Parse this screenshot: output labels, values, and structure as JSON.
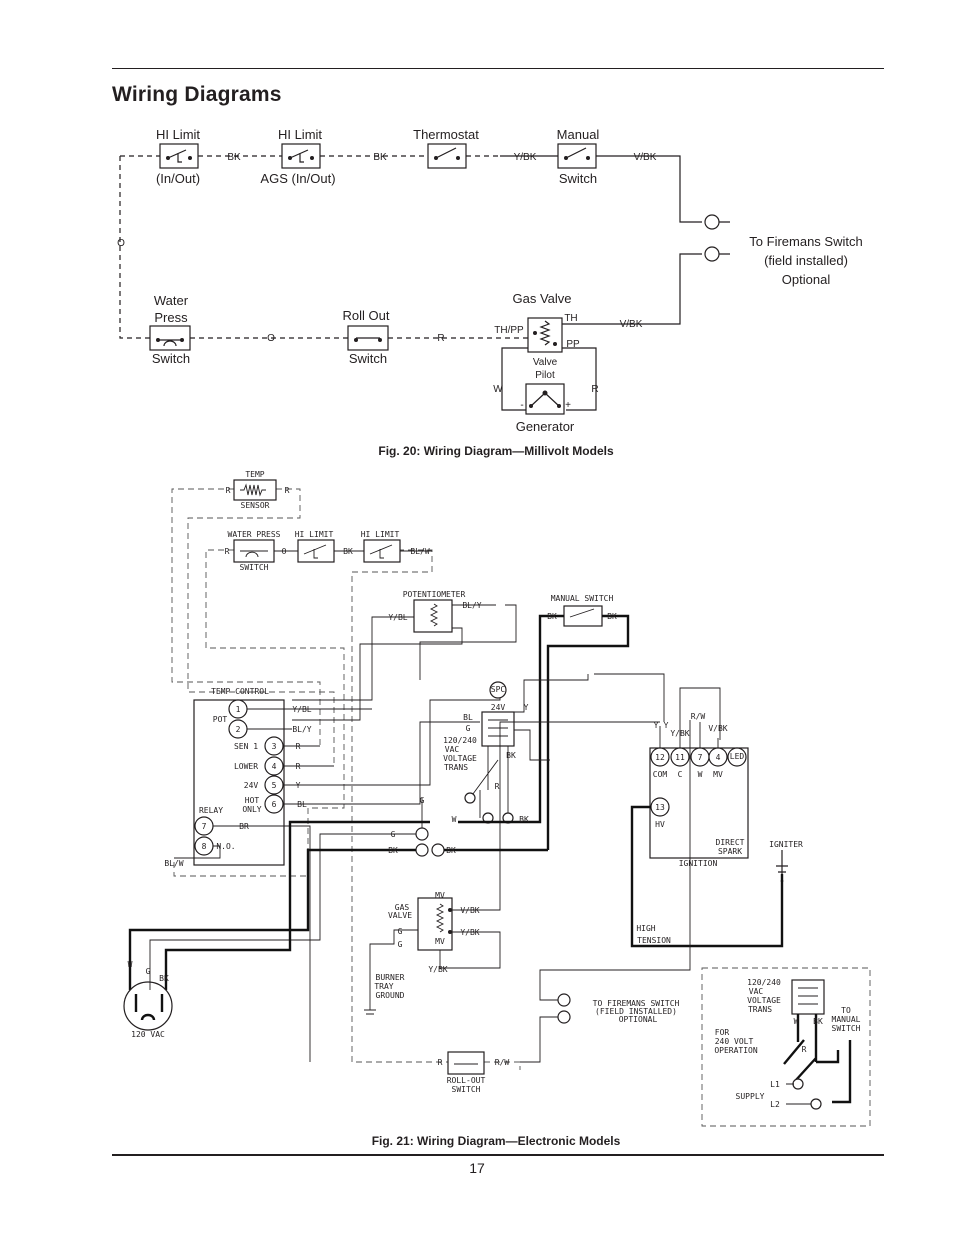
{
  "page": {
    "title": "Wiring Diagrams",
    "number": "17"
  },
  "fig20": {
    "caption": "Fig. 20: Wiring Diagram—Millivolt Models",
    "components": {
      "hi_limit": {
        "top": "HI Limit",
        "bottom": "(In/Out)"
      },
      "hi_limit_ags": {
        "top": "HI Limit",
        "bottom": "AGS (In/Out)"
      },
      "thermostat": {
        "top": "Thermostat"
      },
      "manual_switch": {
        "top": "Manual",
        "bottom": "Switch"
      },
      "firemans_switch": {
        "line1": "To Firemans Switch",
        "line2": "(field installed)",
        "line3": "Optional"
      },
      "water_press": {
        "line1": "Water",
        "line2": "Press",
        "bottom": "Switch"
      },
      "roll_out": {
        "top": "Roll Out",
        "bottom": "Switch"
      },
      "gas_valve": {
        "top": "Gas Valve",
        "th": "TH",
        "pp": "PP",
        "thpp": "TH/PP",
        "valve": "Valve",
        "pilot": "Pilot"
      },
      "generator": {
        "label": "Generator",
        "minus": "-",
        "plus": "+"
      }
    },
    "wires": {
      "bk1": "BK",
      "bk2": "BK",
      "ybk": "Y/BK",
      "vbk1": "V/BK",
      "vbk2": "V/BK",
      "o_left": "O",
      "o_bottom": "O",
      "r": "R",
      "w": "W",
      "r2": "R"
    }
  },
  "fig21": {
    "caption": "Fig. 21: Wiring Diagram—Electronic Models",
    "labels": {
      "temp": "TEMP",
      "sensor": "SENSOR",
      "water_press": "WATER  PRESS",
      "switch": "SWITCH",
      "hi_limit1": "HI  LIMIT",
      "hi_limit2": "HI  LIMIT",
      "potentiometer": "POTENTIOMETER",
      "manual_switch": "MANUAL  SWITCH",
      "temp_control": "TEMP  CONTROL",
      "t1": "1",
      "t2": "2",
      "t3": "3",
      "t4": "4",
      "t5": "5",
      "t6": "6",
      "t7": "7",
      "t8": "8",
      "pot": "POT",
      "sen1": "SEN  1",
      "lower": "LOWER",
      "v24": "24V",
      "hot": "HOT",
      "only": "ONLY",
      "relay": "RELAY",
      "no": "N.O.",
      "vac": "120/240",
      "vac2": "VAC",
      "voltage": "VOLTAGE",
      "trans": "TRANS",
      "spc": "SPC",
      "ign12": "12",
      "ign11": "11",
      "ign7": "7",
      "ign4": "4",
      "led": "LED",
      "com": "COM",
      "c": "C",
      "w": "W",
      "mv": "MV",
      "ign13": "13",
      "hv": "HV",
      "direct": "DIRECT",
      "spark": "SPARK",
      "ignition": "IGNITION",
      "igniter": "IGNITER",
      "high": "HIGH",
      "tension": "TENSION",
      "gas": "GAS",
      "valve": "VALVE",
      "burner": "BURNER",
      "tray": "TRAY",
      "ground": "GROUND",
      "to_firemans": "TO  FIREMANS  SWITCH",
      "field_installed": "(FIELD  INSTALLED)",
      "optional": "OPTIONAL",
      "roll_out": "ROLL-OUT",
      "roll_switch": "SWITCH",
      "v120": "120  VAC",
      "for": "FOR",
      "v240": "240  VOLT",
      "operation": "OPERATION",
      "supply": "SUPPLY",
      "l1": "L1",
      "l2": "L2",
      "to": "TO",
      "manual": "MANUAL",
      "mswitch": "SWITCH"
    },
    "wires": {
      "r": "R",
      "o": "O",
      "bk": "BK",
      "blw": "BL/W",
      "bly": "BL/Y",
      "ybl": "Y/BL",
      "y": "Y",
      "bl": "BL",
      "br": "BR",
      "g": "G",
      "ybk": "Y/BK",
      "rw": "R/W",
      "vbk": "V/BK"
    }
  }
}
